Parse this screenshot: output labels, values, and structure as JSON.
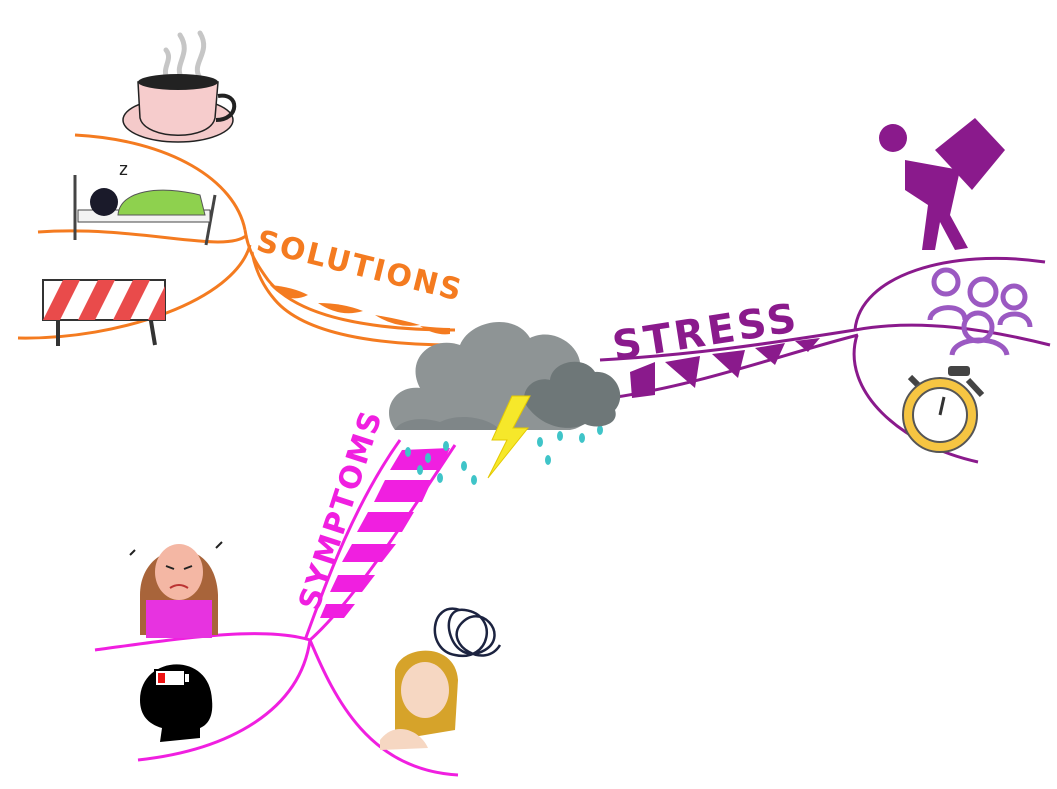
{
  "branches": {
    "solutions": {
      "label": "SOLUTIONS",
      "color": "#f47b20",
      "children": [
        "coffee-cup-icon",
        "sleeping-in-bed-icon",
        "barrier-icon"
      ]
    },
    "stress": {
      "label": "STRESS",
      "color": "#8a1a8c",
      "children": [
        "heavy-load-icon",
        "people-group-icon",
        "stopwatch-icon"
      ]
    },
    "symptoms": {
      "label": "SYMPTOMS",
      "color": "#f01fe0",
      "children": [
        "frustrated-woman-icon",
        "low-battery-head-icon",
        "tangled-thoughts-woman-icon"
      ]
    }
  },
  "center": {
    "icon": "storm-cloud-icon"
  },
  "colors": {
    "cloud": "#8e9495",
    "cloud_dark": "#6e7778",
    "rain": "#3fc4c8",
    "lightning": "#f6e82a"
  }
}
